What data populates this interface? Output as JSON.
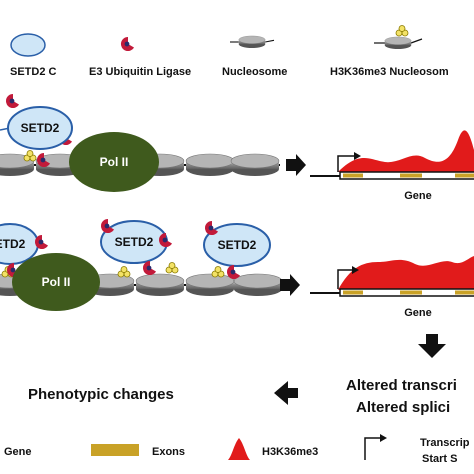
{
  "legend_top": {
    "setd2": "SETD2 C",
    "e3": "E3 Ubiquitin Ligase",
    "nucleosome": "Nucleosome",
    "h3k36me3_nucleosome": "H3K36me3 Nucleosom"
  },
  "panel1": {
    "setd2_label": "SETD2",
    "polii_label": "Pol II",
    "gene_label": "Gene"
  },
  "panel2": {
    "setd2_labels": [
      "ETD2",
      "SETD2",
      "SETD2"
    ],
    "polii_label": "Pol II",
    "gene_label": "Gene"
  },
  "outcomes": {
    "phenotypic": "Phenotypic changes",
    "altered_transcription": "Altered transcri",
    "altered_splicing": "Altered splici"
  },
  "legend_bottom": {
    "gene": "Gene",
    "exons": "Exons",
    "h3k36me3": "H3K36me3",
    "tss_line1": "Transcrip",
    "tss_line2": "Start S"
  },
  "colors": {
    "setd2_fill": "#cfe6f7",
    "setd2_stroke": "#2a5fa8",
    "polii": "#3f5a1d",
    "nucleosome": "#9a9a9a",
    "e3_ligase": "#c21a3a",
    "e3_inner": "#2a2a6a",
    "h3k36me3_mark": "#f3e266",
    "gene_bar": "#c9a227",
    "h3k36me3_signal": "#e11b1b"
  },
  "icons": [
    "arrow-right-icon",
    "arrow-down-icon",
    "arrow-left-icon",
    "tss-arrow-icon"
  ]
}
